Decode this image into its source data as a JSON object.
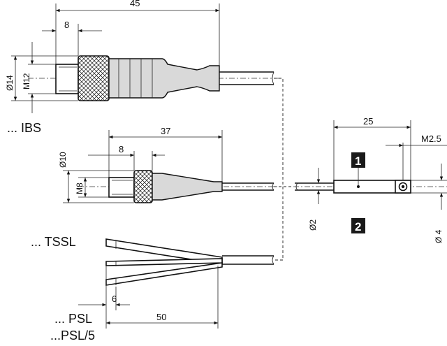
{
  "dimensions": {
    "ibs_length": "45",
    "ibs_nut": "8",
    "ibs_dia_outer": "Ø14",
    "ibs_thread": "M12",
    "tssl_length": "37",
    "tssl_nut": "8",
    "tssl_dia_outer": "Ø10",
    "tssl_thread": "M8",
    "psl_strip": "6",
    "psl_length": "50",
    "sensor_length": "25",
    "sensor_thread": "M2.5",
    "sensor_dia_small": "Ø2",
    "sensor_dia_body": "Ø 4"
  },
  "labels": {
    "ibs": "... IBS",
    "tssl": "... TSSL",
    "psl": "... PSL",
    "psl5": "...PSL/5"
  },
  "markers": [
    "1",
    "2"
  ],
  "colors": {
    "ink": "#111111",
    "marker_bg": "#1a1a1a",
    "body_fill": "#d9d9d9"
  }
}
